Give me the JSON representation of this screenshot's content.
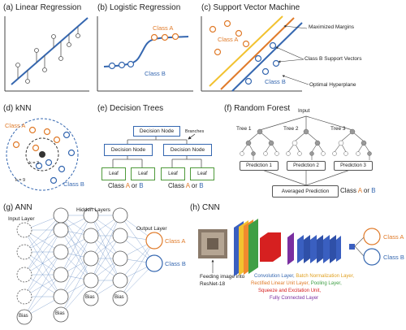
{
  "panels": {
    "a": {
      "title": "(a) Linear Regression"
    },
    "b": {
      "title": "(b) Logistic Regression",
      "class_a": "Class A",
      "class_b": "Class B"
    },
    "c": {
      "title": "(c) Support Vector Machine",
      "class_a": "Class A",
      "class_b": "Class B",
      "maximized_margins": "Maximized Margins",
      "support_vectors": "Class B Support Vectors",
      "optimal_hyperplane": "Optimal Hyperplane"
    },
    "d": {
      "title": "(d) kNN",
      "class_a": "Class A",
      "class_b": "Class B",
      "k3": "k = 3",
      "k9": "k = 9"
    },
    "e": {
      "title": "(e) Decision Trees",
      "decision_node": "Decision Node",
      "decision_node_left": "Decision Node",
      "decision_node_right": "Decision Node",
      "branches": "Branches",
      "leaf": "Leaf",
      "class_word": "Class ",
      "a": "A",
      "or": " or ",
      "b": "B"
    },
    "f": {
      "title": "(f) Random Forest",
      "input": "Input",
      "tree1": "Tree 1",
      "tree2": "Tree 2",
      "tree3": "Tree 3",
      "pred1": "Prediction 1",
      "pred2": "Prediction 2",
      "pred3": "Prediction 3",
      "averaged": "Averaged Prediction",
      "class_word": "Class ",
      "a": "A",
      "or": " or ",
      "b": "B"
    },
    "g": {
      "title": "(g) ANN",
      "input_layer": "Input Layer",
      "hidden_layers": "Hidden Layers",
      "output_layer": "Output Layer",
      "bias": "Bias",
      "class_a": "Class A",
      "class_b": "Class B"
    },
    "h": {
      "title": "(h) CNN",
      "feeding": "Feeding image into",
      "resnet": "ResNet-18",
      "legend1a": "Convolution Layer, ",
      "legend1b": "Batch Normalization Layer,",
      "legend2a": "Rectified Linear Unit Layer, ",
      "legend2b": "Pooling Layer,",
      "legend3": "Squeeze and Excitation Unit,",
      "legend4": "Fully Connected Layer",
      "class_a": "Class A",
      "class_b": "Class B"
    }
  },
  "colors": {
    "orange": "#e07b2a",
    "blue": "#3567b0",
    "green": "#4e9a3a",
    "yellow": "#f2c230",
    "red": "#d62020",
    "purple": "#7a2fa0",
    "cnn_green": "#3f9f45"
  }
}
